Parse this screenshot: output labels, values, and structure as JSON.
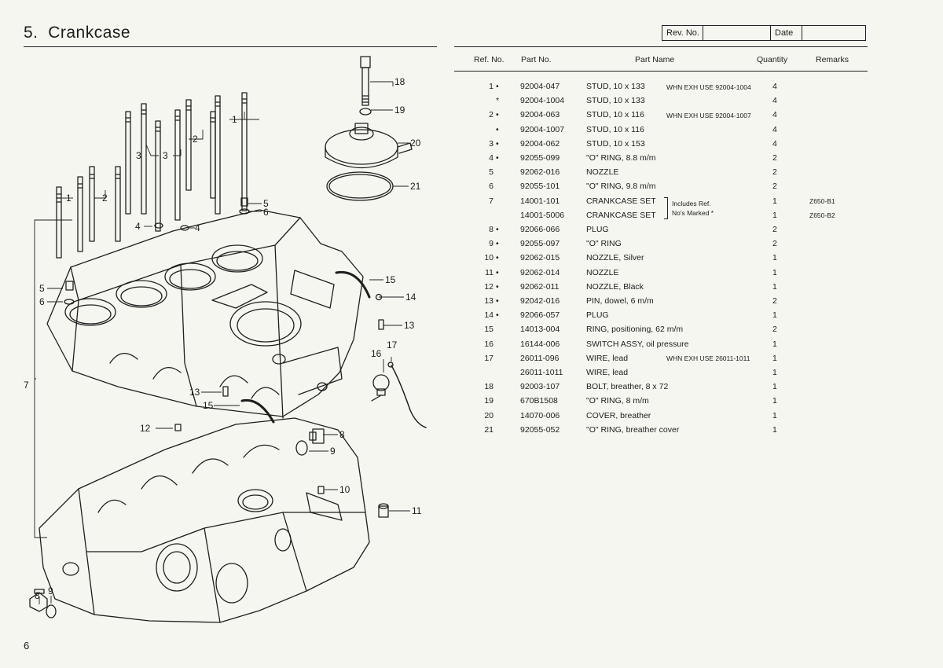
{
  "page": {
    "section_number": "5.",
    "section_title": "Crankcase",
    "page_number": "6"
  },
  "revision_box": {
    "rev_label": "Rev. No.",
    "rev_value": "",
    "date_label": "Date",
    "date_value": ""
  },
  "table": {
    "headers": {
      "ref_no": "Ref. No.",
      "part_no": "Part No.",
      "part_name": "Part Name",
      "quantity": "Quantity",
      "remarks": "Remarks"
    },
    "rows": [
      {
        "ref": "1",
        "mark": "•",
        "part_no": "92004-047",
        "name": "STUD, 10 x 133",
        "note": "WHN EXH USE 92004-1004",
        "qty": "4",
        "remarks": ""
      },
      {
        "ref": "",
        "mark": "*",
        "part_no": "92004-1004",
        "name": "STUD, 10 x 133",
        "note": "",
        "qty": "4",
        "remarks": ""
      },
      {
        "ref": "2",
        "mark": "•",
        "part_no": "92004-063",
        "name": "STUD, 10 x 116",
        "note": "WHN EXH USE 92004-1007",
        "qty": "4",
        "remarks": ""
      },
      {
        "ref": "",
        "mark": "•",
        "part_no": "92004-1007",
        "name": "STUD, 10 x 116",
        "note": "",
        "qty": "4",
        "remarks": ""
      },
      {
        "ref": "3",
        "mark": "•",
        "part_no": "92004-062",
        "name": "STUD, 10 x 153",
        "note": "",
        "qty": "4",
        "remarks": ""
      },
      {
        "ref": "4",
        "mark": "•",
        "part_no": "92055-099",
        "name": "\"O\" RING, 8.8 m/m",
        "note": "",
        "qty": "2",
        "remarks": ""
      },
      {
        "ref": "5",
        "mark": "",
        "part_no": "92062-016",
        "name": "NOZZLE",
        "note": "",
        "qty": "2",
        "remarks": ""
      },
      {
        "ref": "6",
        "mark": "",
        "part_no": "92055-101",
        "name": "\"O\" RING, 9.8 m/m",
        "note": "",
        "qty": "2",
        "remarks": ""
      },
      {
        "ref": "7",
        "mark": "",
        "part_no": "14001-101",
        "name": "CRANKCASE SET",
        "note": "",
        "qty": "1",
        "remarks": "Z650-B1"
      },
      {
        "ref": "",
        "mark": "",
        "part_no": "14001-5006",
        "name": "CRANKCASE SET",
        "note": "",
        "qty": "1",
        "remarks": "Z650-B2"
      },
      {
        "ref": "8",
        "mark": "•",
        "part_no": "92066-066",
        "name": "PLUG",
        "note": "",
        "qty": "2",
        "remarks": ""
      },
      {
        "ref": "9",
        "mark": "•",
        "part_no": "92055-097",
        "name": "\"O\" RING",
        "note": "",
        "qty": "2",
        "remarks": ""
      },
      {
        "ref": "10",
        "mark": "•",
        "part_no": "92062-015",
        "name": "NOZZLE, Silver",
        "note": "",
        "qty": "1",
        "remarks": ""
      },
      {
        "ref": "11",
        "mark": "•",
        "part_no": "92062-014",
        "name": "NOZZLE",
        "note": "",
        "qty": "1",
        "remarks": ""
      },
      {
        "ref": "12",
        "mark": "•",
        "part_no": "92062-011",
        "name": "NOZZLE, Black",
        "note": "",
        "qty": "1",
        "remarks": ""
      },
      {
        "ref": "13",
        "mark": "•",
        "part_no": "92042-016",
        "name": "PIN, dowel, 6 m/m",
        "note": "",
        "qty": "2",
        "remarks": ""
      },
      {
        "ref": "14",
        "mark": "•",
        "part_no": "92066-057",
        "name": "PLUG",
        "note": "",
        "qty": "1",
        "remarks": ""
      },
      {
        "ref": "15",
        "mark": "",
        "part_no": "14013-004",
        "name": "RING, positioning, 62 m/m",
        "note": "",
        "qty": "2",
        "remarks": ""
      },
      {
        "ref": "16",
        "mark": "",
        "part_no": "16144-006",
        "name": "SWITCH ASSY, oil pressure",
        "note": "",
        "qty": "1",
        "remarks": ""
      },
      {
        "ref": "17",
        "mark": "",
        "part_no": "26011-096",
        "name": "WIRE, lead",
        "note": "WHN EXH USE 26011-1011",
        "qty": "1",
        "remarks": ""
      },
      {
        "ref": "",
        "mark": "",
        "part_no": "26011-1011",
        "name": "WIRE, lead",
        "note": "",
        "qty": "1",
        "remarks": ""
      },
      {
        "ref": "18",
        "mark": "",
        "part_no": "92003-107",
        "name": "BOLT, breather, 8 x 72",
        "note": "",
        "qty": "1",
        "remarks": ""
      },
      {
        "ref": "19",
        "mark": "",
        "part_no": "670B1508",
        "name": "\"O\" RING, 8 m/m",
        "note": "",
        "qty": "1",
        "remarks": ""
      },
      {
        "ref": "20",
        "mark": "",
        "part_no": "14070-006",
        "name": "COVER, breather",
        "note": "",
        "qty": "1",
        "remarks": ""
      },
      {
        "ref": "21",
        "mark": "",
        "part_no": "92055-052",
        "name": "\"O\" RING, breather cover",
        "note": "",
        "qty": "1",
        "remarks": ""
      }
    ],
    "crankcase_note_line1": "Includes Ref.",
    "crankcase_note_line2": "No's Marked *"
  },
  "diagram": {
    "callouts": [
      "1",
      "2",
      "3",
      "4",
      "5",
      "6",
      "7",
      "8",
      "9",
      "10",
      "11",
      "12",
      "13",
      "14",
      "15",
      "16",
      "17",
      "18",
      "19",
      "20",
      "21"
    ]
  }
}
